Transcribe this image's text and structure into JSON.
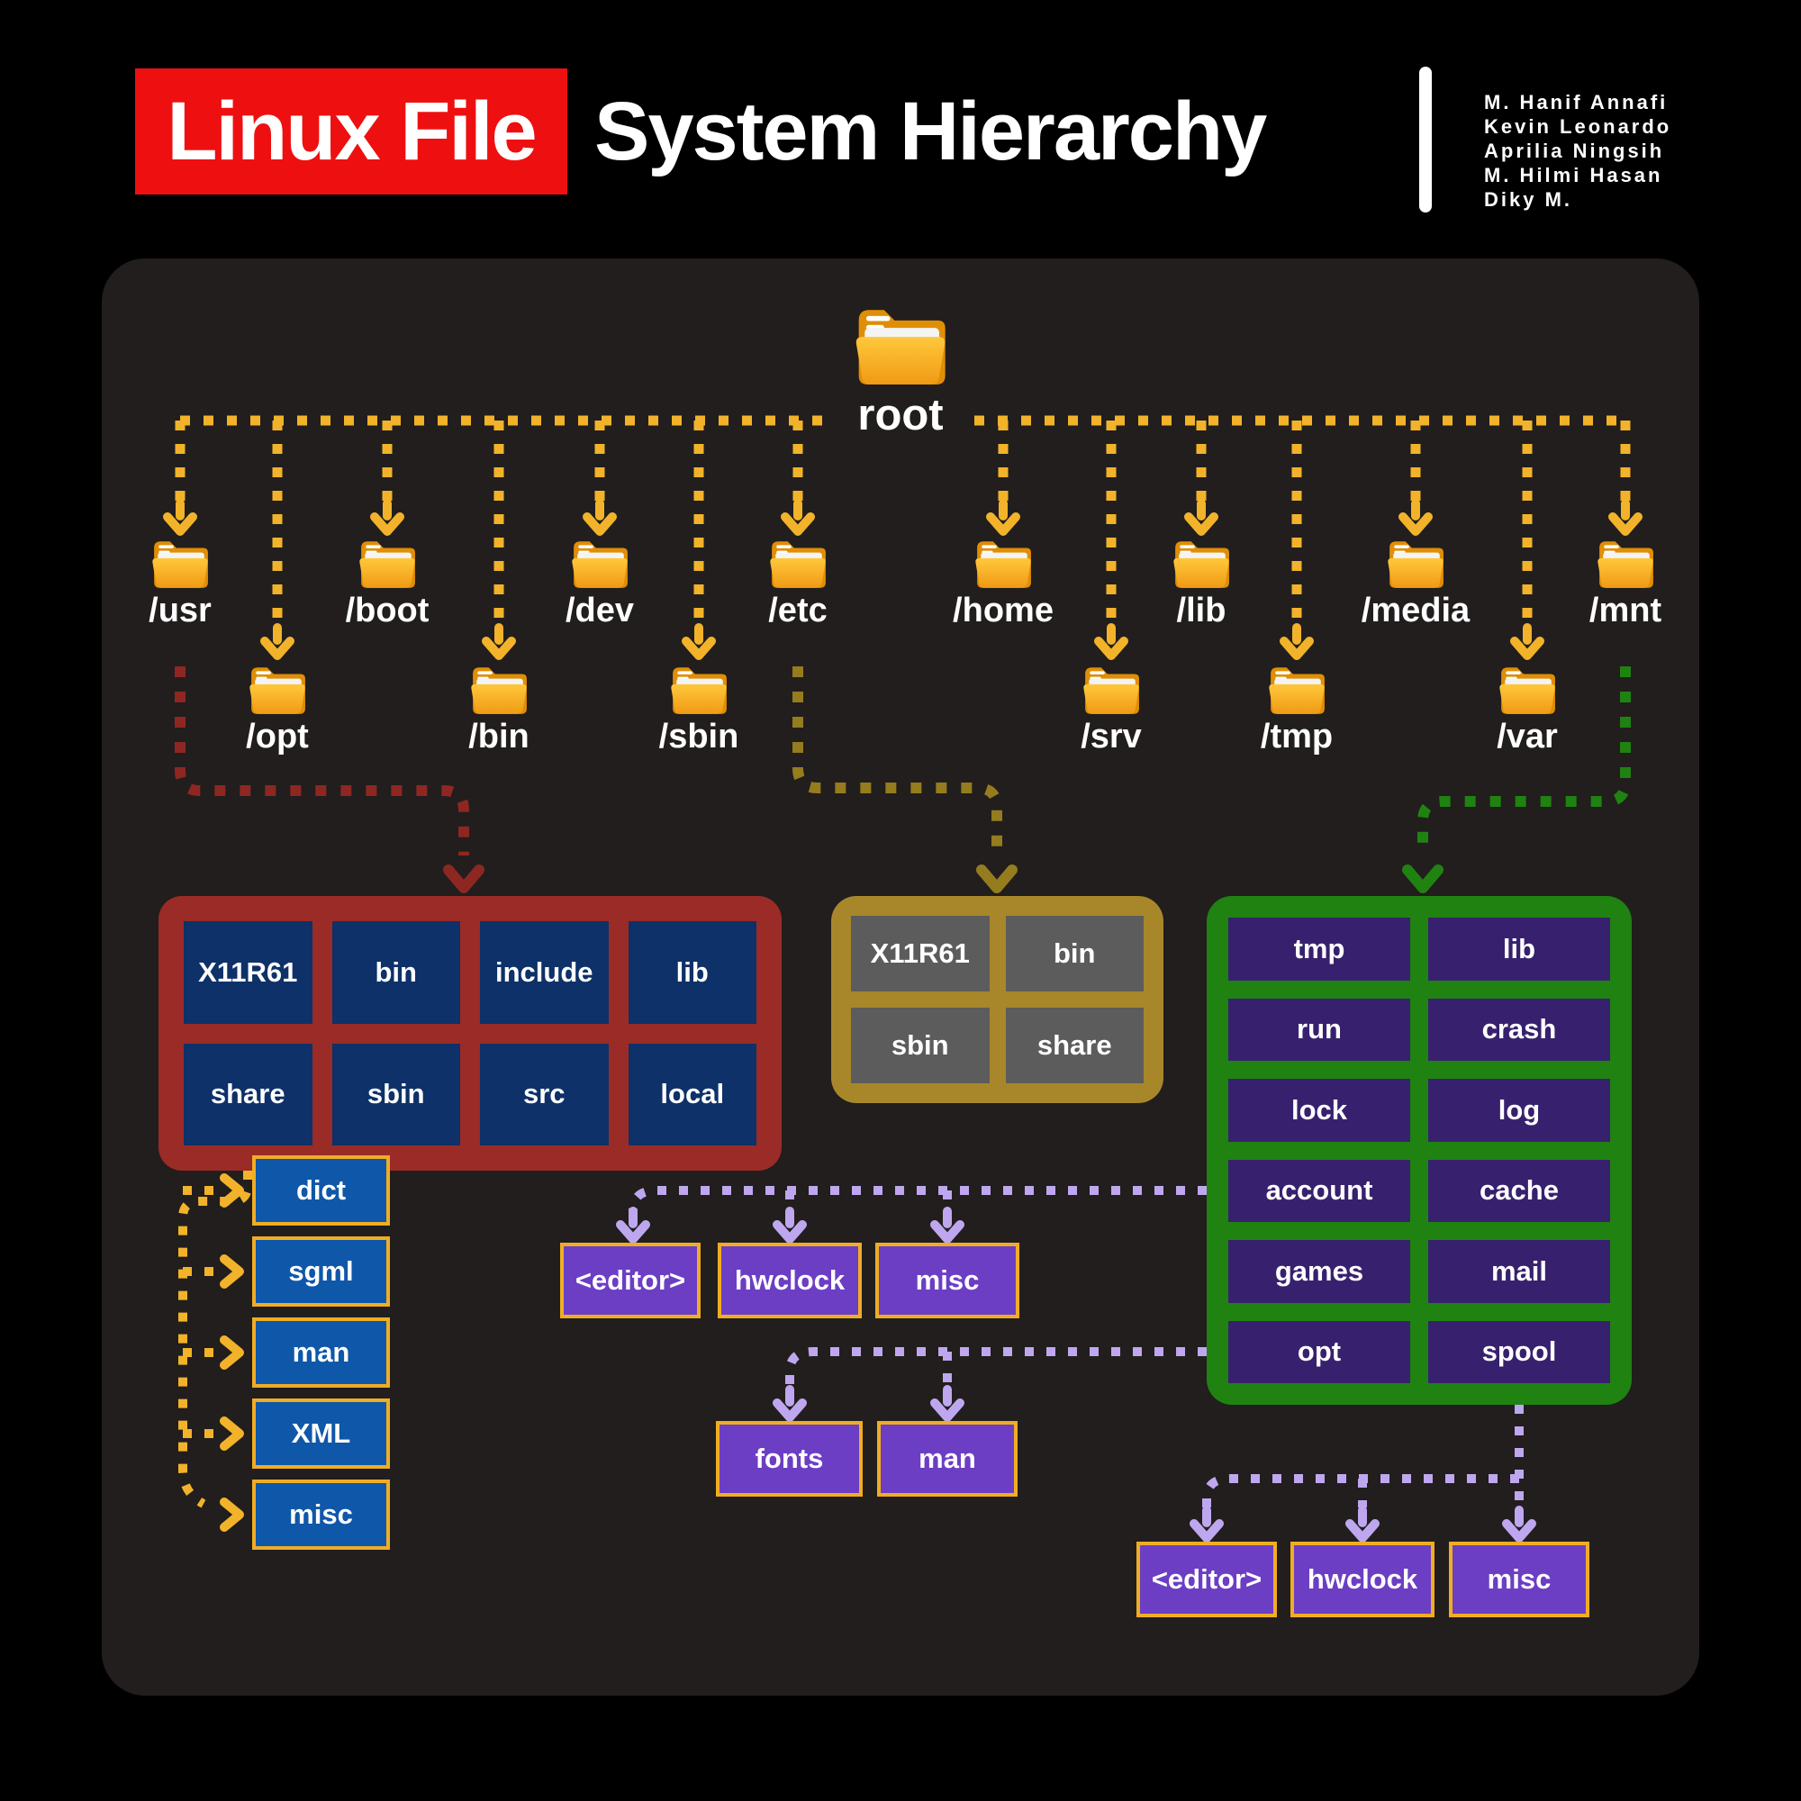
{
  "header": {
    "title_highlight": "Linux File",
    "title_rest": "System Hierarchy",
    "authors": [
      "M. Hanif Annafi",
      "Kevin Leonardo",
      "Aprilia Ningsih",
      "M. Hilmi Hasan",
      "Diky M."
    ]
  },
  "tree": {
    "root": "root",
    "top": [
      "/usr",
      "/boot",
      "/dev",
      "/etc",
      "/home",
      "/lib",
      "/media",
      "/mnt"
    ],
    "sub": [
      "/opt",
      "/bin",
      "/sbin",
      "/srv",
      "/tmp",
      "/var"
    ]
  },
  "usr_box": {
    "cells": [
      "X11R61",
      "bin",
      "include",
      "lib",
      "share",
      "sbin",
      "src",
      "local"
    ]
  },
  "etc_box": {
    "cells": [
      "X11R61",
      "bin",
      "sbin",
      "share"
    ]
  },
  "var_box": {
    "cells": [
      "tmp",
      "lib",
      "run",
      "crash",
      "lock",
      "log",
      "account",
      "cache",
      "games",
      "mail",
      "opt",
      "spool"
    ]
  },
  "share_children": [
    "dict",
    "sgml",
    "man",
    "XML",
    "misc"
  ],
  "account_children": [
    "<editor>",
    "hwclock",
    "misc"
  ],
  "opt_children": [
    "fonts",
    "man"
  ],
  "spool_children": [
    "<editor>",
    "hwclock",
    "misc"
  ],
  "colors": {
    "title_red": "#EE1010",
    "wire_yellow": "#F2B32A",
    "wire_dark_red": "#8E2722",
    "wire_olive": "#957C1E",
    "wire_green": "#1F8211",
    "wire_lavender": "#BFA7EF",
    "usr_box_bg": "#9A2B26",
    "usr_cell_bg": "#0D3168",
    "etc_box_bg": "#A8872B",
    "etc_cell_bg": "#5C5C5C",
    "var_box_bg": "#1F8211",
    "var_cell_bg": "#37216E",
    "blue_node_bg": "#0F57A9",
    "violet_node_bg": "#6C3EC4",
    "node_border": "#EFAD25",
    "panel_bg": "#211E1D"
  }
}
